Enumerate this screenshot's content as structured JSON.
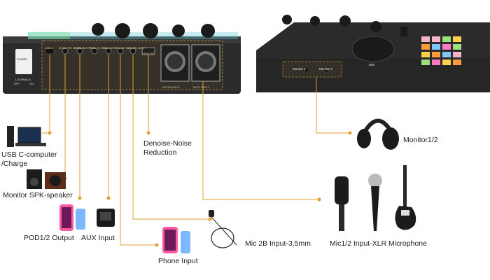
{
  "labels": {
    "usb": "USB C-computer\n/Charge",
    "usb_line1": "USB C-computer",
    "usb_line2": "/Charge",
    "spk": "Monitor SPK-speaker",
    "pod": "POD1/2 Output",
    "aux": "AUX Input",
    "phone": "Phone Input",
    "mic2b": "Mic 2B Input-3,5mm",
    "denoise_line1": "Denoise-Noise",
    "denoise_line2": "Reduction",
    "mic12": "Mic1/2 Input-XLR Microphone",
    "monitor": "Monitor1/2"
  },
  "device_rear": {
    "power": "POWER",
    "loopback": "LOOPBACK",
    "off": "OFF",
    "on": "ON",
    "usb_c": "USB C",
    "monitor": "MONITOR OUTPUT",
    "pod1": "POD1 OUTPUT",
    "pod2": "POD2 OUTPUT",
    "aux": "AUX INPUT",
    "phone": "PHONE INPUT",
    "mic2b": "MIC 2B INPUT",
    "denoise": "DENOISE",
    "mic1a": "MIC1A INPUT",
    "mic2a": "MIC2 INPUT"
  },
  "device_front": {
    "monitor1": "Monitor 1",
    "monitor2": "Monitor 2",
    "mix": "MIX"
  },
  "colors": {
    "wire": "#e0a033",
    "device": "#2a2a2a",
    "dashed_box": "#c9a24a"
  }
}
